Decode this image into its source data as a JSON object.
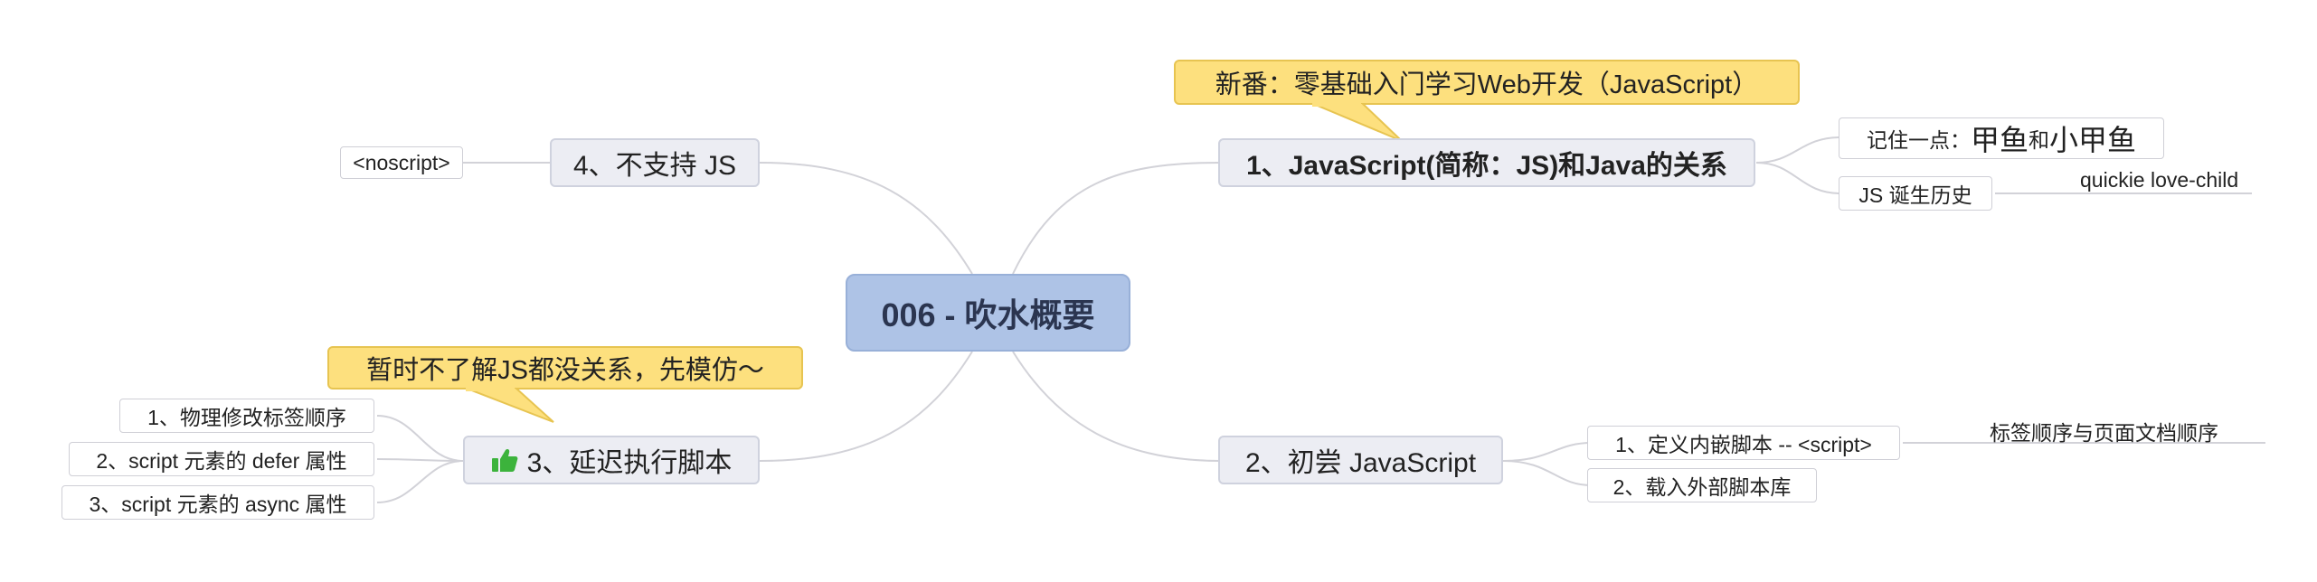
{
  "root": {
    "title": "006 - 吹水概要"
  },
  "branches": {
    "b1": {
      "text": "1、JavaScript(简称：JS)和Java的关系",
      "callout": "新番：零基础入门学习Web开发（JavaScript）"
    },
    "b2": {
      "text": "2、初尝 JavaScript"
    },
    "b3": {
      "text": "3、延迟执行脚本",
      "icon": "thumbs-up-icon",
      "callout": "暂时不了解JS都没关系，先模仿～"
    },
    "b4": {
      "text": "4、不支持 JS"
    }
  },
  "children": {
    "b1_remember_prefix": "记住一点：",
    "b1_remember_a": "甲鱼",
    "b1_remember_and": "和",
    "b1_remember_b": "小甲鱼",
    "b1_history": "JS 诞生历史",
    "b1_history_note": "quickie love-child",
    "b2_inline": "1、定义内嵌脚本 -- <script>",
    "b2_inline_note": "标签顺序与页面文档顺序",
    "b2_external": "2、载入外部脚本库",
    "b3_order": "1、物理修改标签顺序",
    "b3_defer": "2、script 元素的 defer 属性",
    "b3_async": "3、script 元素的 async 属性",
    "b4_noscript": "<noscript>"
  },
  "colors": {
    "root_fill": "#aec3e6",
    "branch_fill": "#ecedf3",
    "callout_fill": "#fde07e",
    "connector": "#d2d2d8",
    "thumb_icon": "#3cb33c"
  }
}
